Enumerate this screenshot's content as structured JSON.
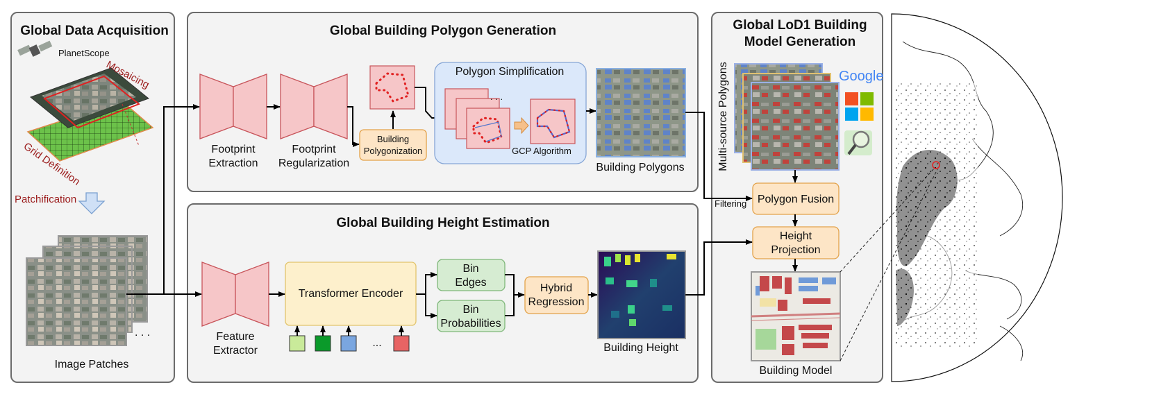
{
  "panels": {
    "acquisition": {
      "title": "Global Data Acquisition",
      "satellite": "PlanetScope",
      "mosaicing": "Mosaicing",
      "grid": "Grid Definition",
      "patchification": "Patchification",
      "patches": "Image Patches"
    },
    "polygon": {
      "title": "Global Building Polygon Generation",
      "footprint_extraction": [
        "Footprint",
        "Extraction"
      ],
      "footprint_regularization": [
        "Footprint",
        "Regularization"
      ],
      "polygonization": [
        "Building",
        "Polygonization"
      ],
      "simplification": "Polygon Simplification",
      "gcp": "GCP Algorithm",
      "output": "Building Polygons"
    },
    "height": {
      "title": "Global Building Height Estimation",
      "feature_extractor": [
        "Feature",
        "Extractor"
      ],
      "encoder": "Transformer Encoder",
      "bin_edges": [
        "Bin",
        "Edges"
      ],
      "bin_probs": [
        "Bin",
        "Probabilities"
      ],
      "hybrid": [
        "Hybrid",
        "Regression"
      ],
      "ellipsis": "...",
      "output": "Building Height"
    },
    "lod1": {
      "title": [
        "Global LoD1 Building",
        "Model Generation"
      ],
      "multi_source": "Multi-source Polygons",
      "google": "Google",
      "fusion": "Polygon Fusion",
      "filtering": "Filtering",
      "projection": [
        "Height",
        "Projection"
      ],
      "output": "Building Model"
    }
  },
  "colors": {
    "token1": "#c9ea9a",
    "token2": "#0a9a2a",
    "token3": "#7aa6e0",
    "token4": "#e86464",
    "ms_red": "#f25022",
    "ms_green": "#7fba00",
    "ms_blue": "#00a4ef",
    "ms_yellow": "#ffb900"
  }
}
